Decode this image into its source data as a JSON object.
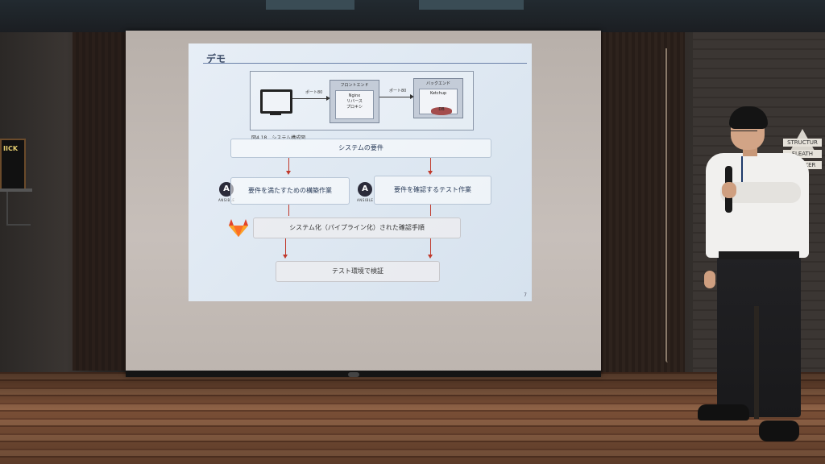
{
  "slide": {
    "title": "デモ",
    "page_number": "7",
    "architecture": {
      "port_a": "ポート80",
      "port_b": "ポート80",
      "frontend": {
        "heading": "フロントエンド",
        "server": "Nginx",
        "role_line1": "リバース",
        "role_line2": "プロキシ"
      },
      "backend": {
        "heading": "バックエンド",
        "app": "Ketchup",
        "db": "DB"
      },
      "caption": "図4.18　システム構成図"
    },
    "requirements": "システムの要件",
    "left_task": "要件を満たすための構築作業",
    "right_task": "要件を確認するテスト作業",
    "ansible_label": "ANSIBLE",
    "pipeline": "システム化（パイプライン化）された確認手順",
    "verify": "テスト環境で検証"
  },
  "room": {
    "wall_sign": "IICK",
    "logo_lines": [
      "STRUCTUR",
      "FLEATH",
      "BREAKER"
    ]
  },
  "colors": {
    "arrow_red": "#c0392b",
    "gitlab_orange": "#e2432a",
    "ansible_dark": "#2b2b3a"
  }
}
